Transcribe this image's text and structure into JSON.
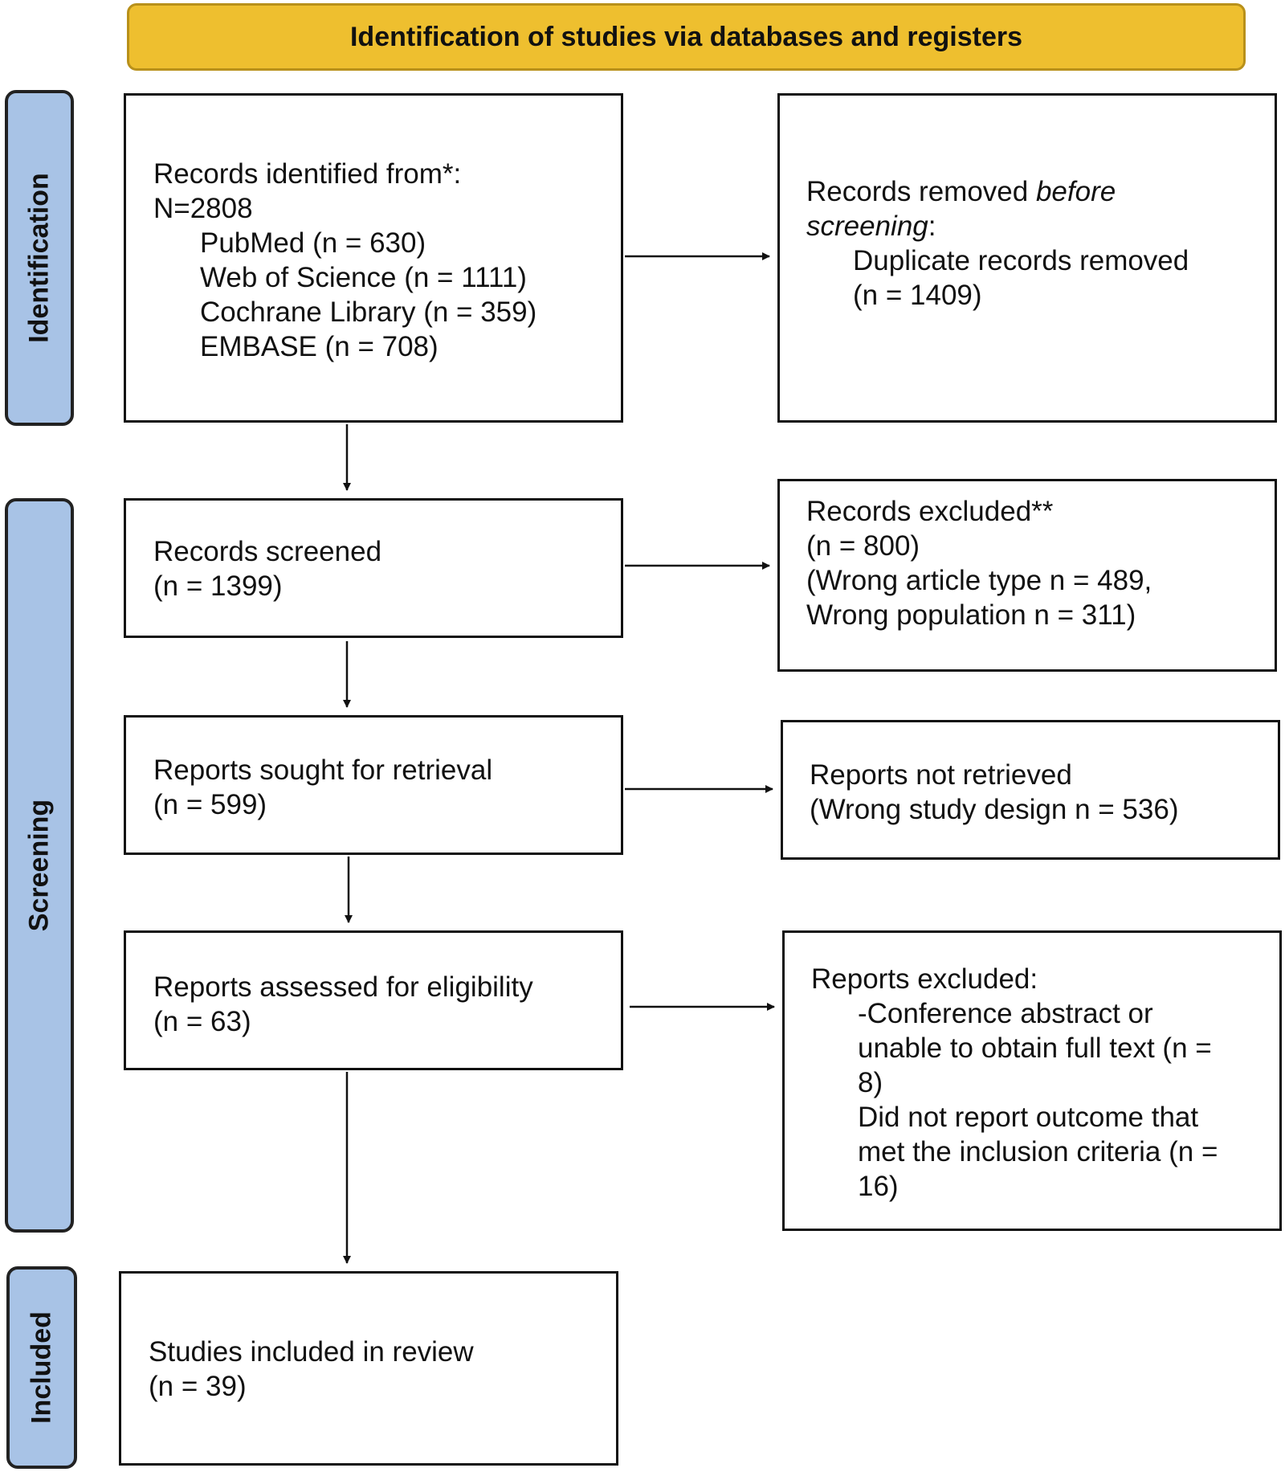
{
  "header": {
    "title": "Identification of studies via databases and registers"
  },
  "phases": {
    "identification": "Identification",
    "screening": "Screening",
    "included": "Included"
  },
  "boxes": {
    "records_identified": {
      "line1": "Records identified from*:",
      "line2": "N=2808",
      "sources": [
        "PubMed (n = 630)",
        "Web of Science (n = 1111)",
        "Cochrane Library (n = 359)",
        "EMBASE (n = 708)"
      ]
    },
    "records_removed": {
      "line1_a": "Records removed ",
      "line1_b": "before",
      "line2_a": "screening",
      "line2_b": ":",
      "line3": "Duplicate records removed",
      "line4": "(n = 1409)"
    },
    "records_screened": {
      "line1": "Records screened",
      "line2": "(n = 1399)"
    },
    "records_excluded": {
      "line1": "Records excluded**",
      "line2": "(n = 800)",
      "line3": "(Wrong article type n = 489,",
      "line4": "Wrong population n = 311)"
    },
    "reports_sought": {
      "line1": "Reports sought for retrieval",
      "line2": "(n = 599)"
    },
    "reports_not_retrieved": {
      "line1": "Reports not retrieved",
      "line2": "(Wrong study design n = 536)"
    },
    "reports_assessed": {
      "line1": "Reports assessed for eligibility",
      "line2": "(n = 63)"
    },
    "reports_excluded": {
      "line1": "Reports excluded:",
      "lines": [
        "-Conference abstract or",
        "unable to obtain full text (n =",
        "8)",
        "Did not report outcome that",
        "met the inclusion criteria (n =",
        "16)"
      ]
    },
    "studies_included": {
      "line1": "Studies included in review",
      "line2": "(n = 39)"
    }
  }
}
